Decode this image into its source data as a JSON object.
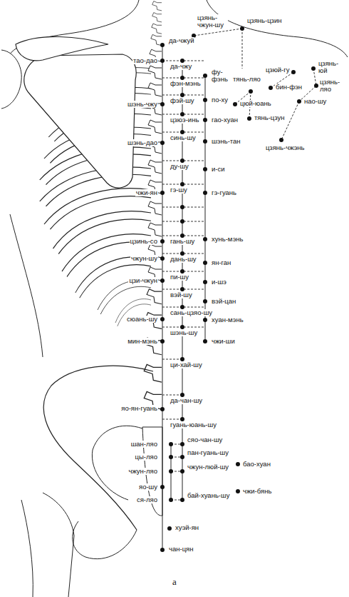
{
  "diagram": {
    "caption": "а",
    "labels": [
      "цзянь-чжун-шу",
      "цзянь-цзин",
      "да-чжуй",
      "тао-дао",
      "да-чжу",
      "фэн-мэнь",
      "фу-фэнь",
      "цзюй-гу",
      "тянь-ляо",
      "бин-фэн",
      "цзянь-юй",
      "цзянь-ляо",
      "нао-шу",
      "цюй-юань",
      "фэй-шу",
      "по-ху",
      "шэнь-чжу",
      "тянь-цзун",
      "цзюэ-инь",
      "гао-хуан",
      "синь-шу",
      "шэнь-дао",
      "шэнь-тан",
      "цзянь-чжэнь",
      "ду-шу",
      "и-си",
      "гэ-шу",
      "чжи-ян",
      "гэ-гуань",
      "гань-шу",
      "цзинь-со",
      "хунь-мэнь",
      "дань-шу",
      "чжун-шу",
      "ян-ган",
      "пи-шу",
      "цзи-чжун",
      "и-шэ",
      "вэй-шу",
      "вэй-цан",
      "сань-цзяо-шу",
      "сюань-шу",
      "хуан-мэнь",
      "шэнь-шу",
      "мин-мэнь",
      "чжи-ши",
      "ци-хай-шу",
      "да-чан-шу",
      "яо-ян-гуань",
      "гуань-юань-шу",
      "шан-ляо",
      "сяо-чан-шу",
      "цы-ляо",
      "пан-гуань-шу",
      "бао-хуан",
      "чжун-ляо",
      "чжун-люй-шу",
      "яо-шу",
      "чжи-бянь",
      "ся-ляо",
      "бай-хуань-шу",
      "хуэй-ян",
      "чан-цян"
    ]
  }
}
